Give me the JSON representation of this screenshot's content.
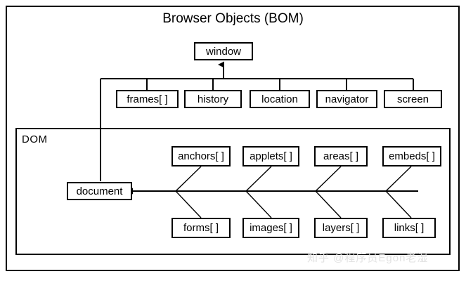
{
  "diagram": {
    "title": "Browser Objects (BOM)",
    "dom_group_label": "DOM",
    "watermark": "知乎 @程序员Egon老湿",
    "colors": {
      "stroke": "#000000",
      "background": "#ffffff",
      "watermark": "#e2e2e2"
    },
    "root": {
      "label": "window"
    },
    "document_node": {
      "label": "document"
    },
    "bom_children": [
      {
        "label": "frames[ ]"
      },
      {
        "label": "history"
      },
      {
        "label": "location"
      },
      {
        "label": "navigator"
      },
      {
        "label": "screen"
      }
    ],
    "dom_top_row": [
      {
        "label": "anchors[ ]"
      },
      {
        "label": "applets[ ]"
      },
      {
        "label": "areas[ ]"
      },
      {
        "label": "embeds[ ]"
      }
    ],
    "dom_bottom_row": [
      {
        "label": "forms[ ]"
      },
      {
        "label": "images[ ]"
      },
      {
        "label": "layers[ ]"
      },
      {
        "label": "links[ ]"
      }
    ]
  }
}
